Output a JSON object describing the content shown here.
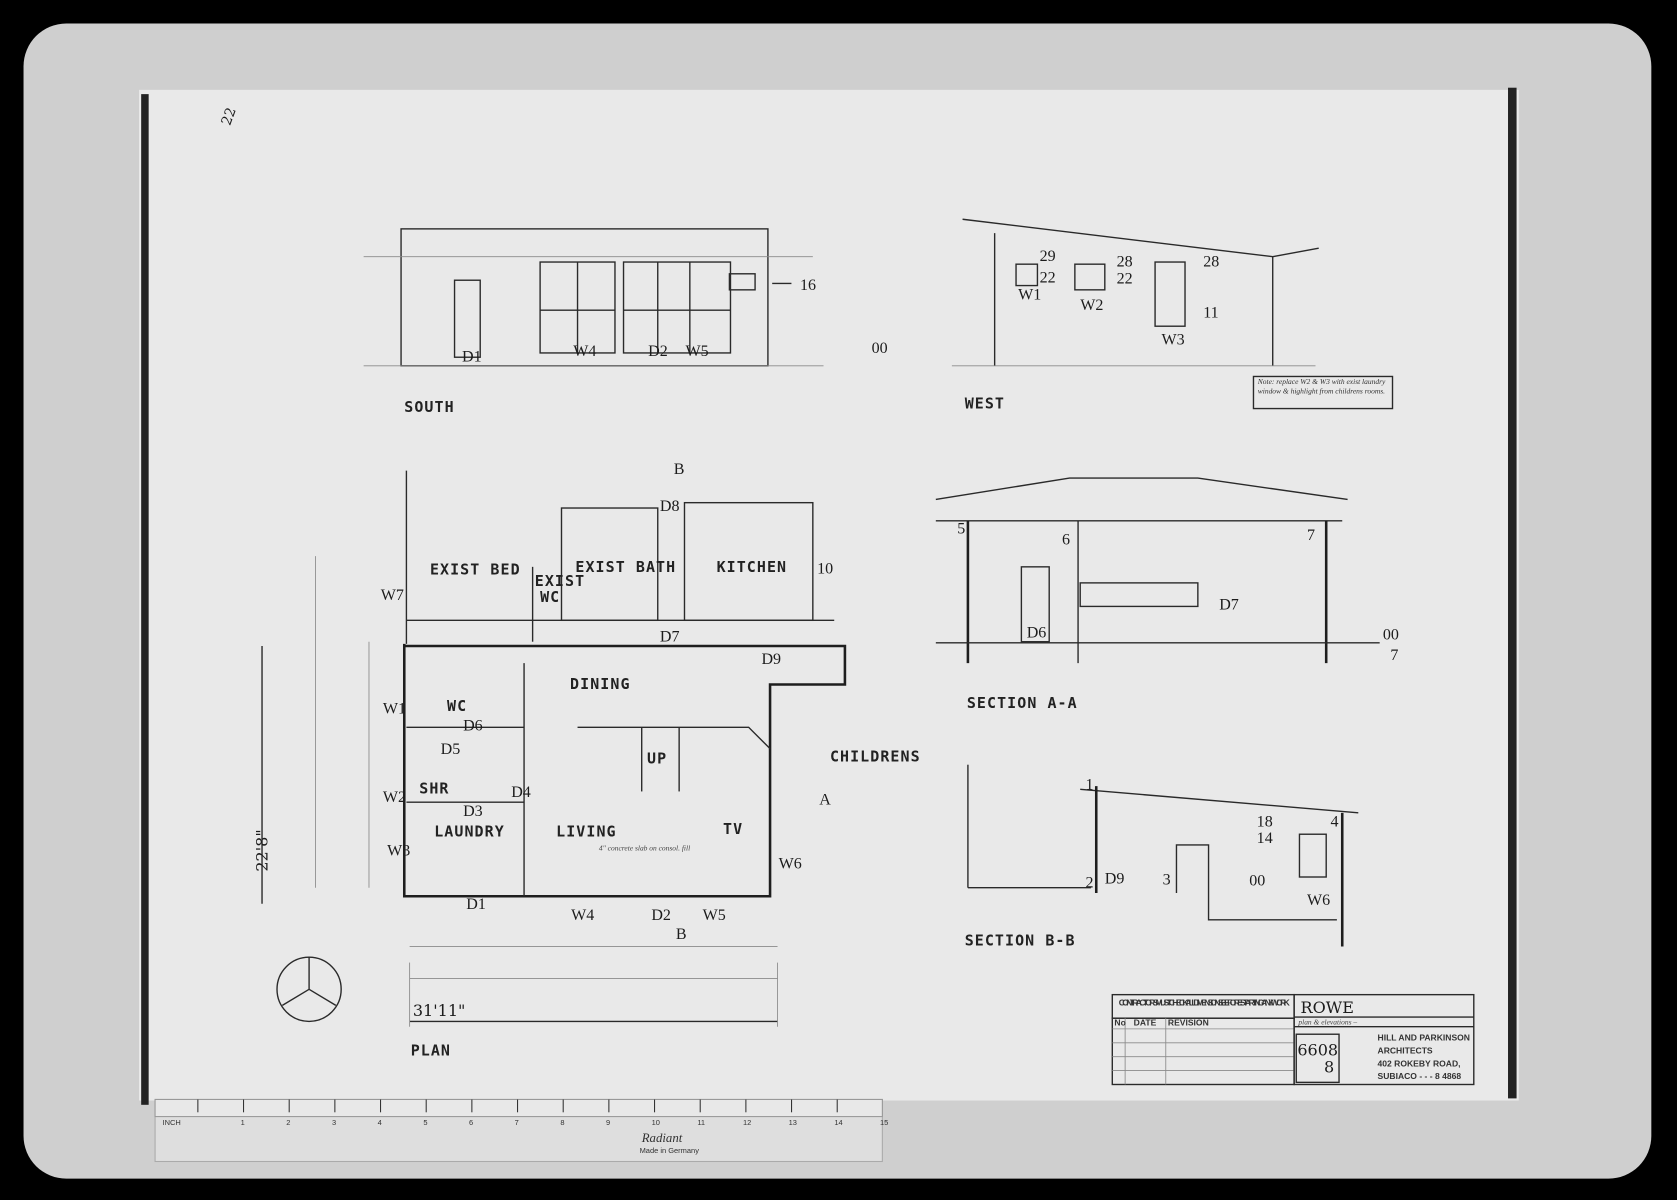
{
  "elevations": {
    "south": {
      "title": "SOUTH",
      "tags": [
        "D1",
        "W4",
        "D2",
        "W5"
      ],
      "marker": "16",
      "level": "00"
    },
    "west": {
      "title": "WEST",
      "tags": [
        "W1",
        "W2",
        "W3"
      ],
      "numbers": [
        "29",
        "22",
        "28",
        "22",
        "28",
        "11"
      ],
      "note": "Note: replace W2 & W3 with exist laundry window & highlight from childrens rooms."
    }
  },
  "plan": {
    "title": "PLAN",
    "rooms": [
      "EXIST BED",
      "EXIST",
      "WC",
      "EXIST BATH",
      "KITCHEN",
      "DINING",
      "CHILDRENS",
      "WC",
      "SHR",
      "LAUNDRY",
      "LIVING",
      "TV",
      "UP"
    ],
    "tags": [
      "W7",
      "D8",
      "D7",
      "D9",
      "W1",
      "D6",
      "D5",
      "D3",
      "D4",
      "W2",
      "W3",
      "D1",
      "W4",
      "D2",
      "W5",
      "W6",
      "10",
      "B",
      "B",
      "A"
    ],
    "dim_height": "22'8\"",
    "dim_width": "31'11\"",
    "floor_note": "4\" concrete slab on consol. fill"
  },
  "sections": {
    "aa": {
      "title": "SECTION A-A",
      "markers": [
        "5",
        "6",
        "7",
        "D6",
        "D7"
      ],
      "level": "00",
      "level_marker": "7"
    },
    "bb": {
      "title": "SECTION B-B",
      "markers": [
        "1",
        "2",
        "3",
        "4",
        "D9",
        "W6",
        "18",
        "14",
        "00"
      ]
    }
  },
  "title_block": {
    "warning": "CONTRACTORS MUST CHECK ALL DIMENSIONS BEFORE STARTING ANY WORK",
    "col_no": "No",
    "col_date": "DATE",
    "col_revision": "REVISION",
    "client": "ROWE",
    "drawing_title": "plan & elevations –",
    "job_number": "6608",
    "sheet_number": "8",
    "architect_lines": [
      "HILL AND PARKINSON",
      "ARCHITECTS",
      "402 ROKEBY ROAD,",
      "SUBIACO - - - 8 4868"
    ]
  },
  "ruler": {
    "unit": "INCH",
    "ticks": [
      "1",
      "2",
      "3",
      "4",
      "5",
      "6",
      "7",
      "8",
      "9",
      "10",
      "11",
      "12",
      "13",
      "14",
      "15"
    ],
    "brand": "Radiant",
    "origin": "Made in Germany"
  },
  "corner_mark": "22"
}
